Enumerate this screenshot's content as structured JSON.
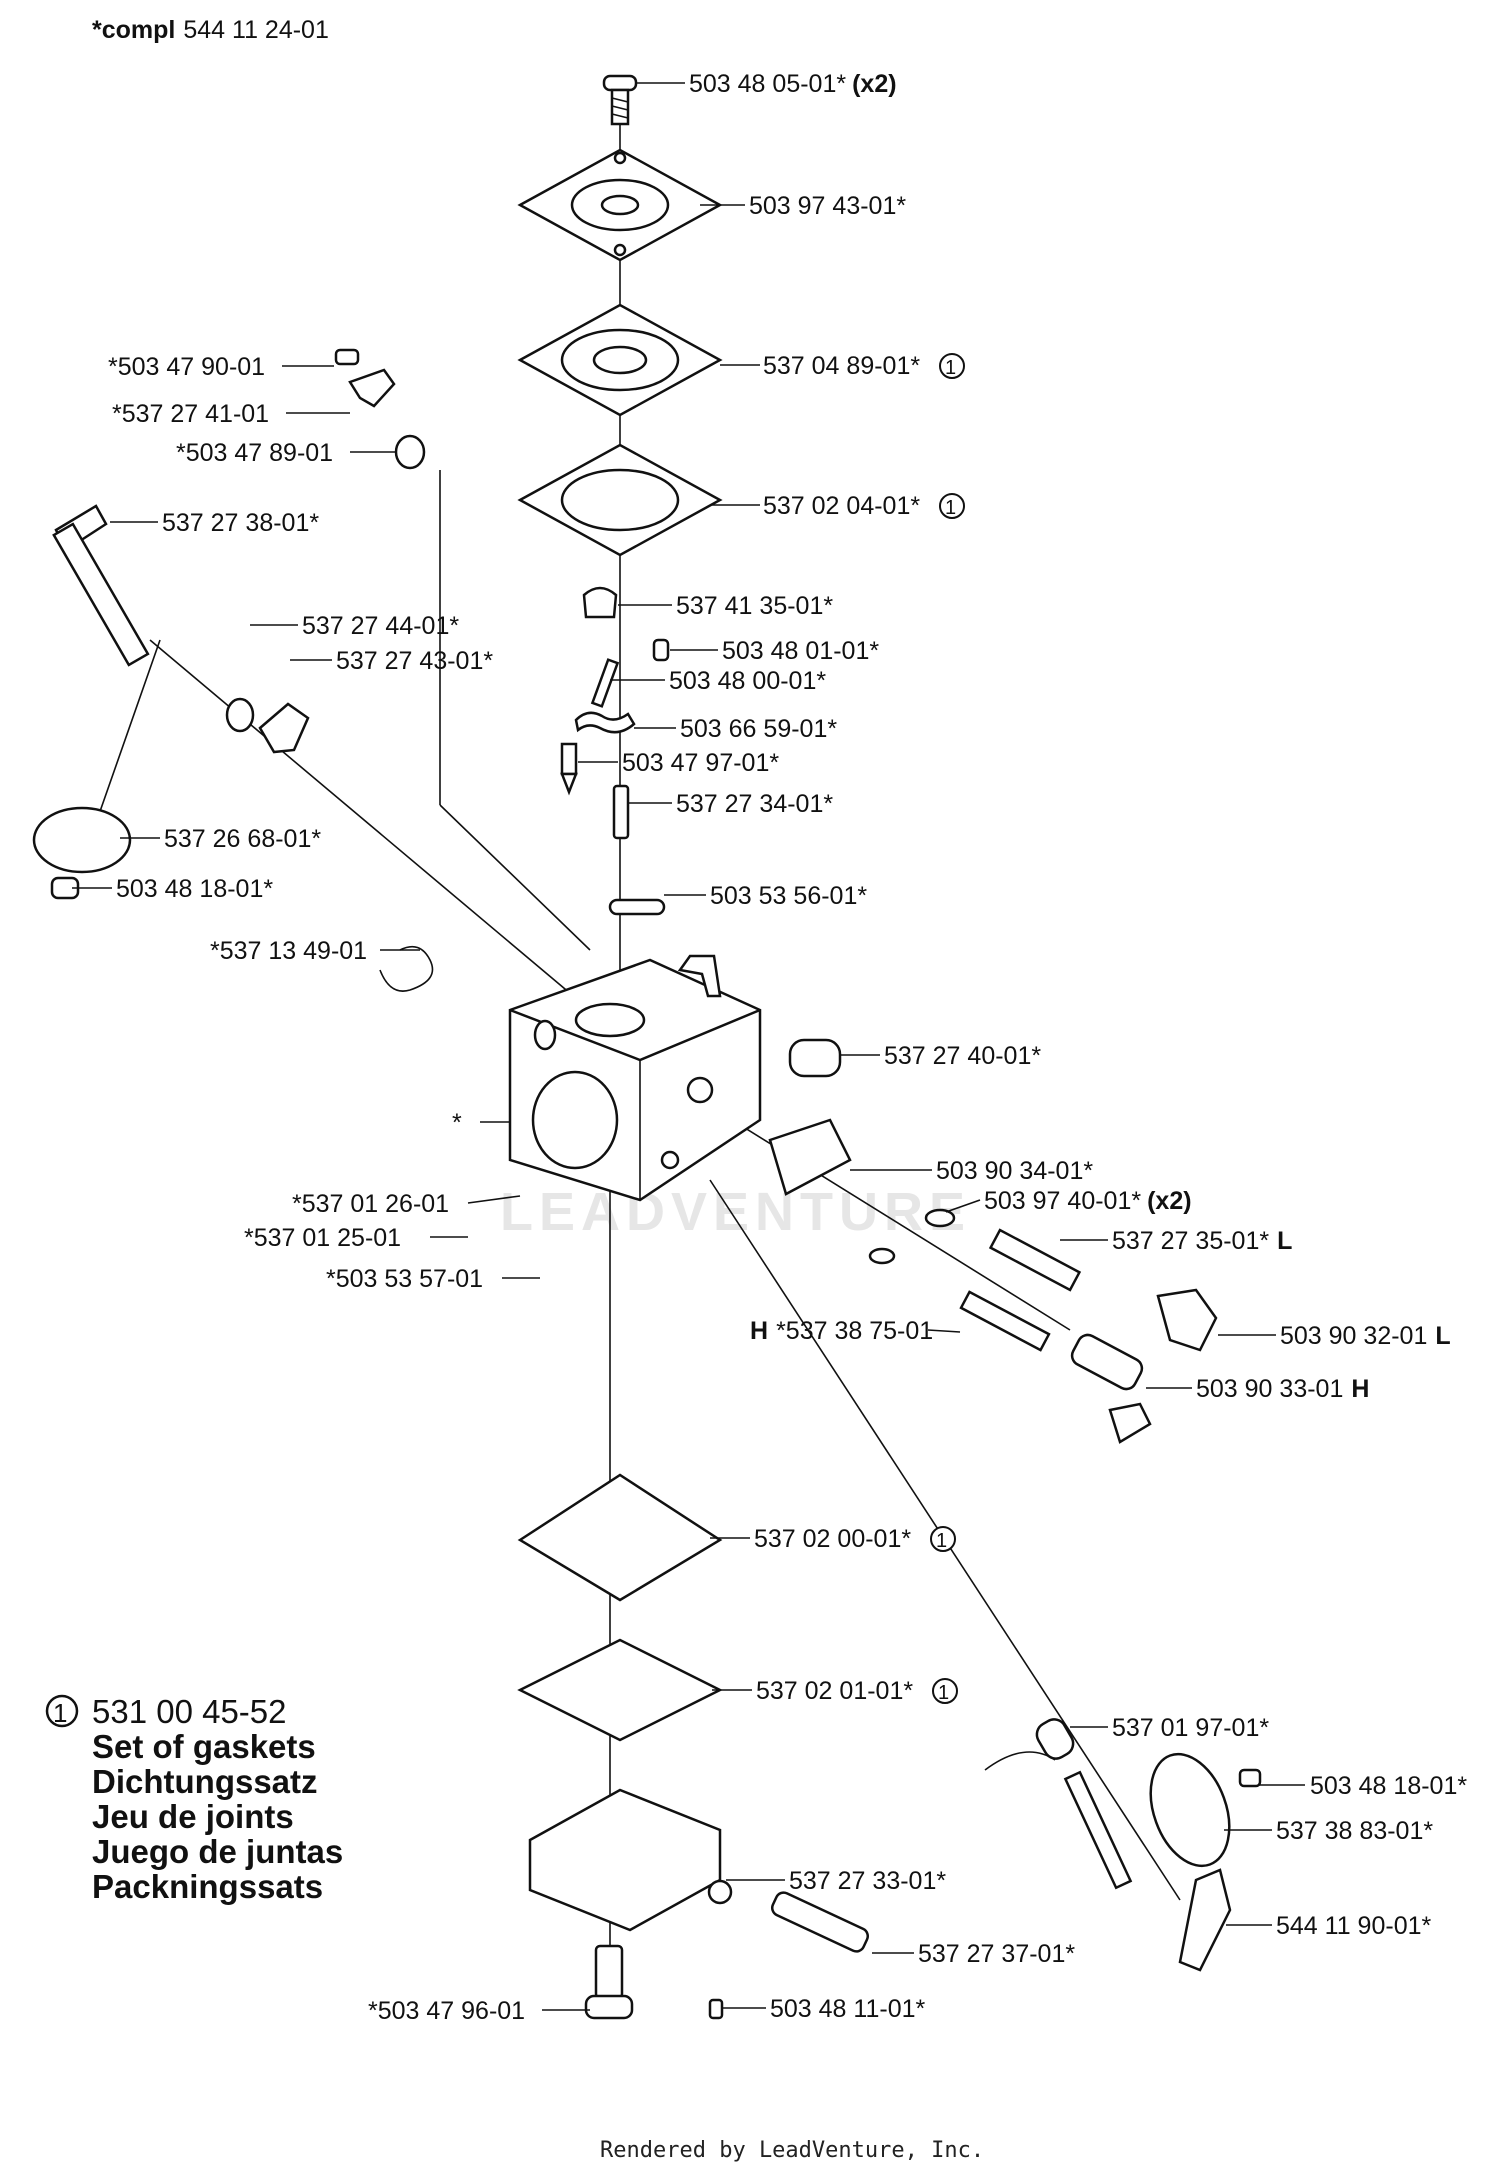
{
  "header": {
    "compl_prefix": "*compl",
    "compl_number": "544 11 24-01"
  },
  "watermark": "LEADVENTURE",
  "footer": "Rendered by LeadVenture, Inc.",
  "legend": {
    "circle_glyph": "1",
    "part_number": "531 00 45-52",
    "names": [
      "Set of gaskets",
      "Dichtungssatz",
      "Jeu de joints",
      "Juego de juntas",
      "Packningssats"
    ]
  },
  "callouts": {
    "c01": {
      "text": "503 48 05-01*",
      "suffix": "(x2)"
    },
    "c02": {
      "text": "503 97 43-01*"
    },
    "c03": {
      "text": "537 04 89-01*",
      "circle": "1"
    },
    "c04": {
      "text": "537 02 04-01*",
      "circle": "1"
    },
    "c05": {
      "text": "537 41 35-01*"
    },
    "c06": {
      "text": "503 48 01-01*"
    },
    "c07": {
      "text": "503 48 00-01*"
    },
    "c08": {
      "text": "503 66 59-01*"
    },
    "c09": {
      "text": "503 47 97-01*"
    },
    "c10": {
      "text": "537 27 34-01*"
    },
    "c11": {
      "text": "503 53 56-01*"
    },
    "c12": {
      "text": "537 27 40-01*"
    },
    "c13": {
      "text": "503 90 34-01*"
    },
    "c14": {
      "text": "503 97 40-01*",
      "suffix": "(x2)"
    },
    "c15": {
      "text": "537 27 35-01*",
      "suffix": "L"
    },
    "c16": {
      "text": "503 90 32-01",
      "suffix": "L"
    },
    "c17": {
      "prefix": "H",
      "text": "*537 38 75-01"
    },
    "c18": {
      "text": "503 90 33-01",
      "suffix": "H"
    },
    "c19": {
      "text": "537 02 00-01*",
      "circle": "1"
    },
    "c20": {
      "text": "537 02 01-01*",
      "circle": "1"
    },
    "c21": {
      "text": "537 01 97-01*"
    },
    "c22": {
      "text": "503 48 18-01*"
    },
    "c23": {
      "text": "537 38 83-01*"
    },
    "c24": {
      "text": "544 11 90-01*"
    },
    "c25": {
      "text": "537 27 33-01*"
    },
    "c26": {
      "text": "537 27 37-01*"
    },
    "c27": {
      "text": "503 48 11-01*"
    },
    "c28": {
      "text": "*503 47 96-01"
    },
    "c29": {
      "text": "*503 47 90-01"
    },
    "c30": {
      "text": "*537 27 41-01"
    },
    "c31": {
      "text": "*503 47 89-01"
    },
    "c32": {
      "text": "537 27 38-01*"
    },
    "c33": {
      "text": "537 27 44-01*"
    },
    "c34": {
      "text": "537 27 43-01*"
    },
    "c35": {
      "text": "537 26 68-01*"
    },
    "c36": {
      "text": "503 48 18-01*"
    },
    "c37": {
      "text": "*537 13 49-01"
    },
    "c38": {
      "text": "*"
    },
    "c39": {
      "text": "*537 01 26-01"
    },
    "c40": {
      "text": "*537 01 25-01"
    },
    "c41": {
      "text": "*503 53 57-01"
    }
  }
}
